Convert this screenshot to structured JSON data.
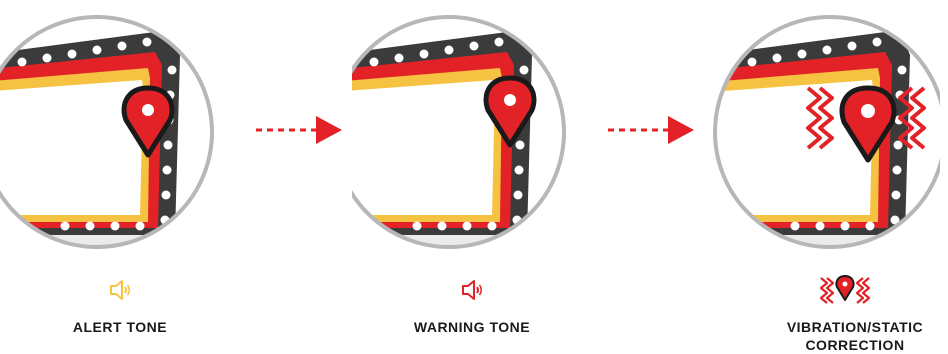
{
  "steps": [
    {
      "label": "ALERT TONE",
      "icon": "speaker-icon",
      "icon_color": "#f5c242"
    },
    {
      "label": "WARNING TONE",
      "icon": "speaker-icon",
      "icon_color": "#e32227"
    },
    {
      "label": "VIBRATION/STATIC",
      "label_line2": "CORRECTION",
      "icon": "vibrating-location-pin-icon",
      "icon_color": "#e32227"
    }
  ],
  "colors": {
    "accent_red": "#e32227",
    "accent_yellow": "#f5c242",
    "border_dark": "#3b3b3b",
    "circle_gray": "#b7b7b7"
  }
}
